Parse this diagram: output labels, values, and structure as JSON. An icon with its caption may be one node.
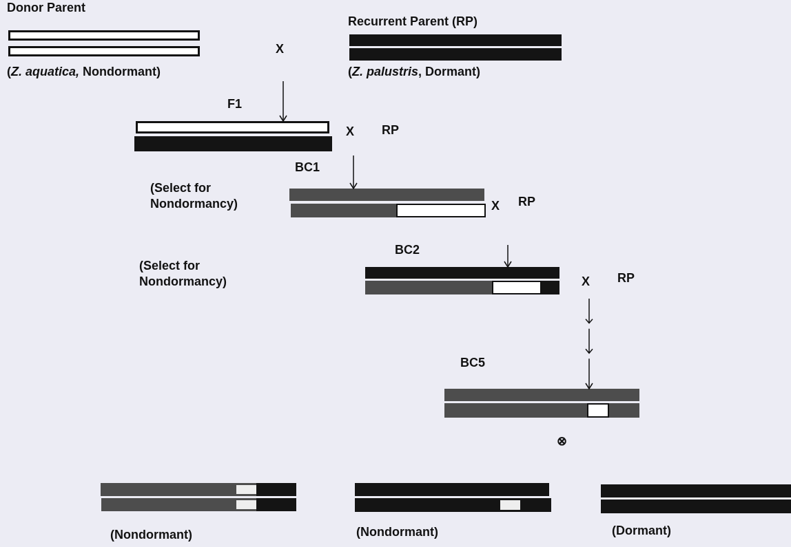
{
  "diagram": {
    "nodes": [
      {
        "text": [
          "Donor Parent",
          "(*Z. aquatica,* Nondormant)"
        ]
      },
      {
        "text": [
          "Recurrent Parent (RP)",
          "(*Z. palustris*, Dormant)"
        ]
      },
      {
        "text": [
          "F1"
        ]
      },
      {
        "text": [
          "BC1"
        ]
      },
      {
        "text": [
          "BC2"
        ]
      },
      {
        "text": [
          "BC5"
        ]
      },
      {
        "text": [
          "(Nondormant)"
        ]
      },
      {
        "text": [
          "(Nondormant)"
        ]
      },
      {
        "text": [
          "(Dormant)"
        ]
      }
    ],
    "edges": [
      {
        "from": null,
        "to": 2,
        "arrow": "to"
      },
      {
        "from": null,
        "to": 3,
        "arrow": "to"
      },
      {
        "from": null,
        "to": 4,
        "arrow": "to"
      },
      {
        "from": null,
        "to": 5,
        "arrow": "to"
      }
    ],
    "labels": [
      "X",
      "X",
      "RP",
      "(Select for Nondormancy)",
      "X",
      "RP",
      "(Select for Nondormancy)",
      "X",
      "RP",
      "⊗"
    ]
  }
}
